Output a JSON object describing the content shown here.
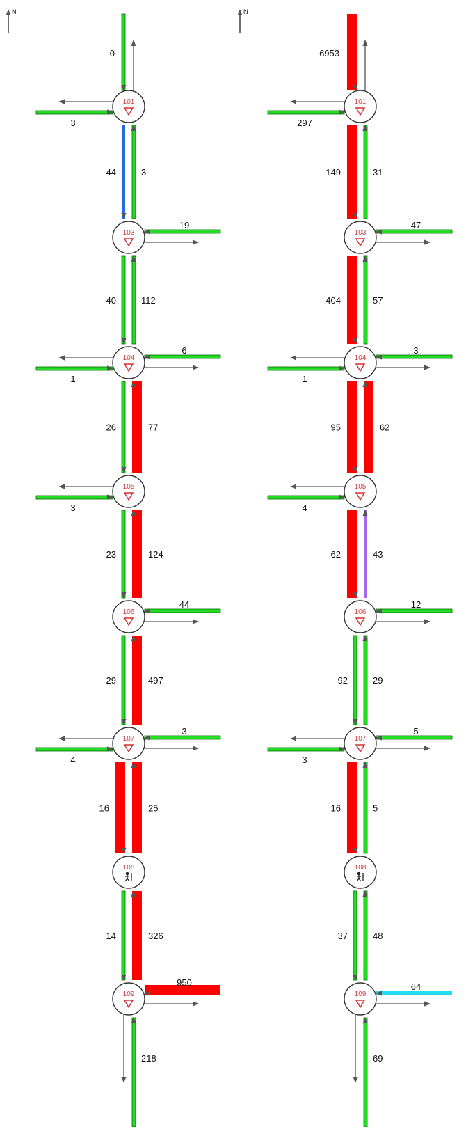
{
  "north_label": "N",
  "colors": {
    "green": "#22dd22",
    "red": "#ff0000",
    "blue": "#1e6ee6",
    "purple": "#aa66ee",
    "cyan": "#22ddf2",
    "arrow": "#555555",
    "node_text": "#d04040"
  },
  "panels": [
    {
      "nodes": [
        {
          "id": "101",
          "symbol": "yield-icon"
        },
        {
          "id": "103",
          "symbol": "yield-icon"
        },
        {
          "id": "104",
          "symbol": "yield-icon"
        },
        {
          "id": "105",
          "symbol": "yield-icon"
        },
        {
          "id": "106",
          "symbol": "yield-icon"
        },
        {
          "id": "107",
          "symbol": "yield-icon"
        },
        {
          "id": "108",
          "symbol": "pedestrian-icon"
        },
        {
          "id": "109",
          "symbol": "yield-icon"
        }
      ],
      "north_inflow": {
        "value": "0",
        "color": "green"
      },
      "south_outflow": {
        "value": "218",
        "color": "green"
      },
      "links": [
        {
          "down": "44",
          "down_color": "blue",
          "up": "3",
          "up_color": "green"
        },
        {
          "down": "40",
          "down_color": "green",
          "up": "112",
          "up_color": "green"
        },
        {
          "down": "26",
          "down_color": "green",
          "up": "77",
          "up_color": "red"
        },
        {
          "down": "23",
          "down_color": "green",
          "up": "124",
          "up_color": "red"
        },
        {
          "down": "29",
          "down_color": "green",
          "up": "497",
          "up_color": "red"
        },
        {
          "down": "16",
          "down_color": "red",
          "up": "25",
          "up_color": "red"
        },
        {
          "down": "14",
          "down_color": "green",
          "up": "326",
          "up_color": "red"
        }
      ],
      "sides": [
        {
          "node": 0,
          "side": "west",
          "value": "3",
          "color": "green"
        },
        {
          "node": 1,
          "side": "east",
          "value": "19",
          "color": "green"
        },
        {
          "node": 2,
          "side": "west",
          "value": "1",
          "color": "green"
        },
        {
          "node": 2,
          "side": "east",
          "value": "6",
          "color": "green"
        },
        {
          "node": 3,
          "side": "west",
          "value": "3",
          "color": "green"
        },
        {
          "node": 4,
          "side": "east",
          "value": "44",
          "color": "green"
        },
        {
          "node": 5,
          "side": "west",
          "value": "4",
          "color": "green"
        },
        {
          "node": 5,
          "side": "east",
          "value": "3",
          "color": "green"
        },
        {
          "node": 7,
          "side": "east",
          "value": "950",
          "color": "red"
        }
      ]
    },
    {
      "nodes": [
        {
          "id": "101",
          "symbol": "yield-icon"
        },
        {
          "id": "103",
          "symbol": "yield-icon"
        },
        {
          "id": "104",
          "symbol": "yield-icon"
        },
        {
          "id": "105",
          "symbol": "yield-icon"
        },
        {
          "id": "106",
          "symbol": "yield-icon"
        },
        {
          "id": "107",
          "symbol": "yield-icon"
        },
        {
          "id": "108",
          "symbol": "pedestrian-icon"
        },
        {
          "id": "109",
          "symbol": "yield-icon"
        }
      ],
      "north_inflow": {
        "value": "6953",
        "color": "red"
      },
      "south_outflow": {
        "value": "69",
        "color": "green"
      },
      "links": [
        {
          "down": "149",
          "down_color": "red",
          "up": "31",
          "up_color": "green"
        },
        {
          "down": "404",
          "down_color": "red",
          "up": "57",
          "up_color": "green"
        },
        {
          "down": "95",
          "down_color": "red",
          "up": "62",
          "up_color": "red"
        },
        {
          "down": "62",
          "down_color": "red",
          "up": "43",
          "up_color": "purple"
        },
        {
          "down": "92",
          "down_color": "green",
          "up": "29",
          "up_color": "green"
        },
        {
          "down": "16",
          "down_color": "red",
          "up": "5",
          "up_color": "green"
        },
        {
          "down": "37",
          "down_color": "green",
          "up": "48",
          "up_color": "green"
        }
      ],
      "sides": [
        {
          "node": 0,
          "side": "west",
          "value": "297",
          "color": "green"
        },
        {
          "node": 1,
          "side": "east",
          "value": "47",
          "color": "green"
        },
        {
          "node": 2,
          "side": "west",
          "value": "1",
          "color": "green"
        },
        {
          "node": 2,
          "side": "east",
          "value": "3",
          "color": "green"
        },
        {
          "node": 3,
          "side": "west",
          "value": "4",
          "color": "green"
        },
        {
          "node": 4,
          "side": "east",
          "value": "12",
          "color": "green"
        },
        {
          "node": 5,
          "side": "west",
          "value": "3",
          "color": "green"
        },
        {
          "node": 5,
          "side": "east",
          "value": "5",
          "color": "green"
        },
        {
          "node": 7,
          "side": "east",
          "value": "64",
          "color": "cyan"
        }
      ]
    }
  ]
}
